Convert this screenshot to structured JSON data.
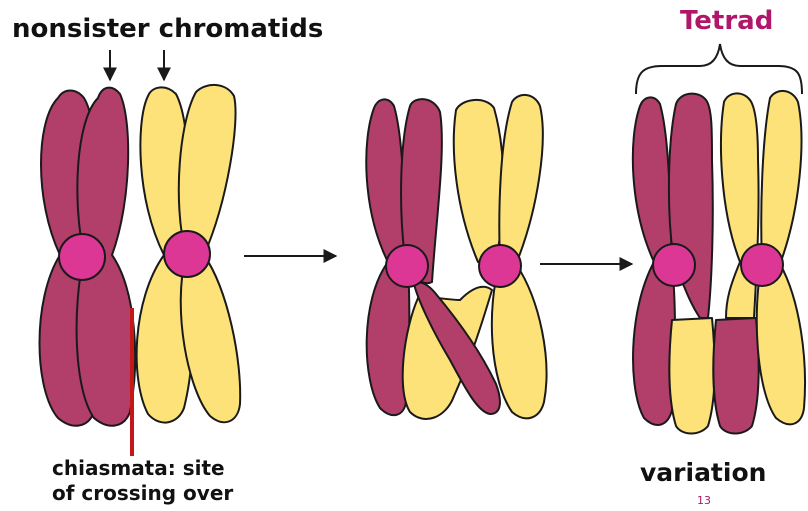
{
  "labels": {
    "nonsister_chromatids": "nonsister chromatids",
    "tetrad": "Tetrad",
    "chiasmata_line1": "chiasmata: site",
    "chiasmata_line2": "of crossing over",
    "variation": "variation",
    "page_number": "13"
  },
  "colors": {
    "maroon": "#b23f69",
    "yellow": "#fde27a",
    "centromere": "#dd3795",
    "outline": "#1a1a1a",
    "chiasma_line": "#c41818",
    "tetrad_text": "#b0176a"
  }
}
